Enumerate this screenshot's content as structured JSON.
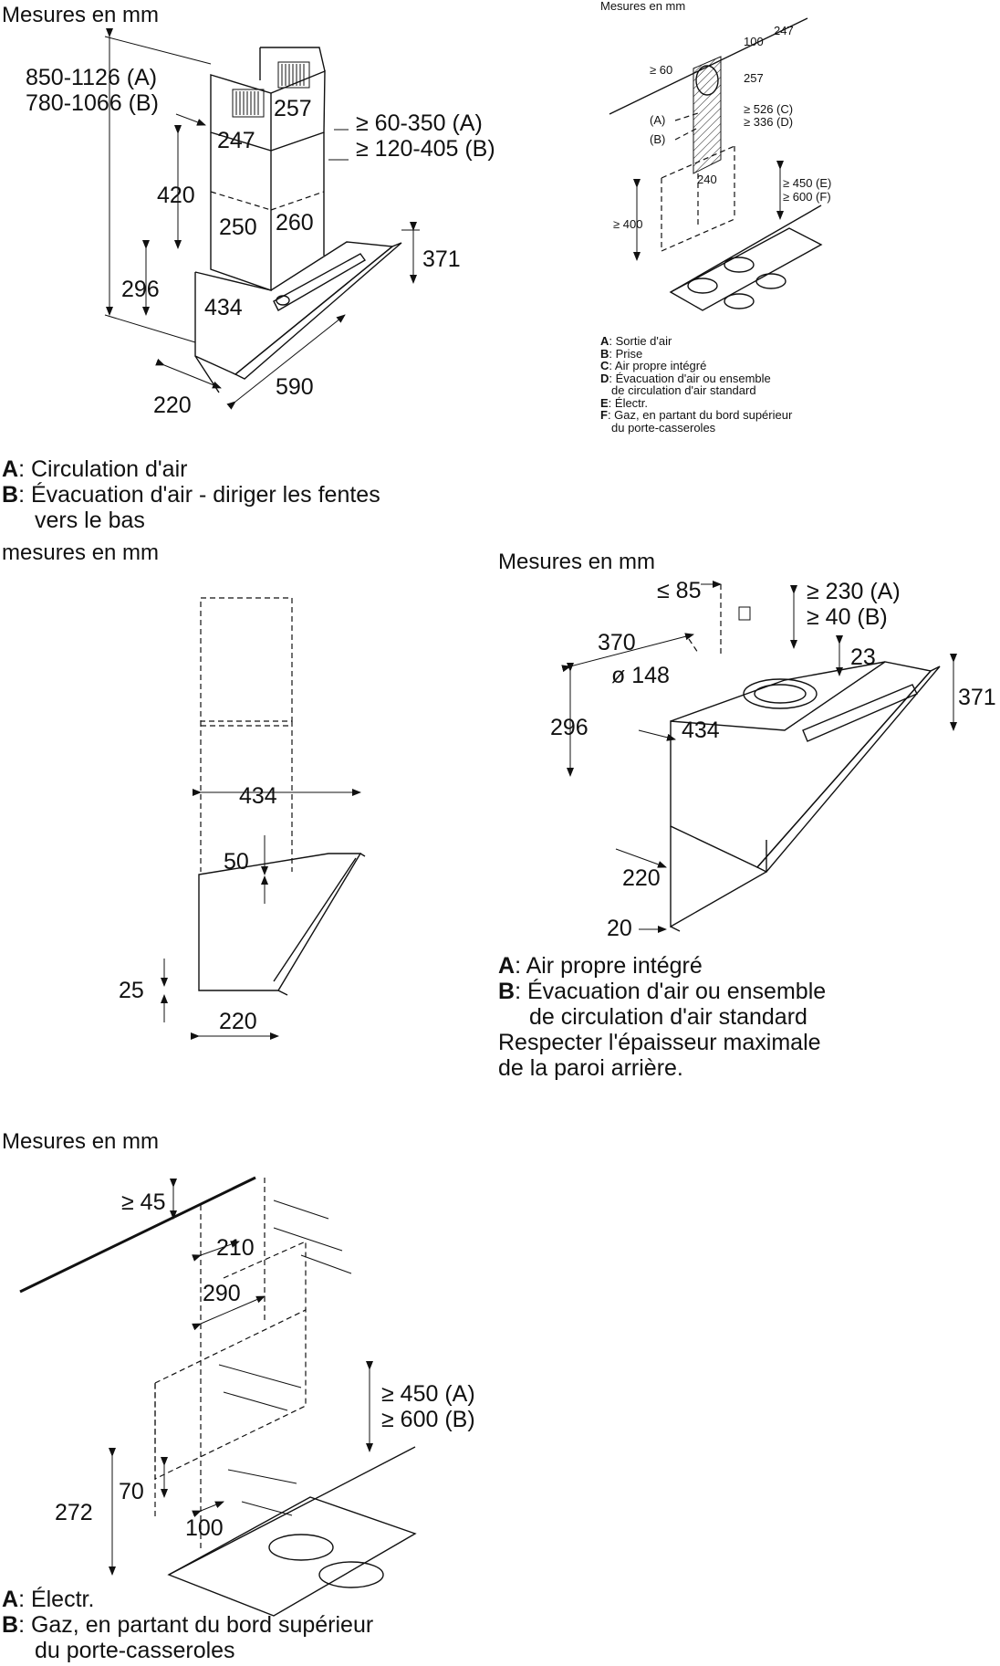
{
  "panel1": {
    "heading": "Mesures en mm",
    "dims": {
      "height_a": "850-1126 (A)",
      "height_b": "780-1066 (B)",
      "chimney_w": "247",
      "chimney_d": "257",
      "gap_a": "≥ 60-350 (A)",
      "gap_b": "≥ 120-405 (B)",
      "d420": "420",
      "d250": "250",
      "d260": "260",
      "d371": "371",
      "d296": "296",
      "d434": "434",
      "d220": "220",
      "d590": "590"
    },
    "legend": {
      "a_key": "A",
      "a_text": ": Circulation d'air",
      "b_key": "B",
      "b_text": ": Évacuation d'air - diriger les fentes",
      "b_text2": "vers le bas"
    }
  },
  "panel2": {
    "heading": "Mesures en mm",
    "dims": {
      "d247": "247",
      "d100": "100",
      "d257": "257",
      "d60": "≥ 60",
      "mA": "(A)",
      "mB": "(B)",
      "c526": "≥ 526 (C)",
      "d336": "≥ 336 (D)",
      "d240": "240",
      "e450": "≥ 450 (E)",
      "f600": "≥ 600 (F)",
      "d400": "≥ 400"
    },
    "legend": [
      {
        "key": "A",
        "text": ": Sortie d'air"
      },
      {
        "key": "B",
        "text": ": Prise"
      },
      {
        "key": "C",
        "text": ": Air propre intégré"
      },
      {
        "key": "D",
        "text": ": Évacuation d'air ou ensemble"
      },
      {
        "key": "",
        "text": "de circulation d'air standard"
      },
      {
        "key": "E",
        "text": ": Électr."
      },
      {
        "key": "F",
        "text": ": Gaz, en partant du bord supérieur"
      },
      {
        "key": "",
        "text": "du porte-casseroles"
      }
    ]
  },
  "panel3": {
    "heading": "mesures en mm",
    "dims": {
      "d434": "434",
      "d50": "50",
      "d25": "25",
      "d220": "220"
    }
  },
  "panel4": {
    "heading": "Mesures en mm",
    "dims": {
      "d85": "≤ 85",
      "a230": "≥ 230 (A)",
      "b40": "≥ 40 (B)",
      "d370": "370",
      "d148": "ø 148",
      "d23": "23",
      "d371": "371",
      "d296": "296",
      "d434": "434",
      "d220": "220",
      "d20": "20"
    },
    "legend": {
      "a_key": "A",
      "a_text": ": Air propre intégré",
      "b_key": "B",
      "b_text": ": Évacuation d'air ou ensemble",
      "b_text2": "de circulation d'air standard",
      "note1": "Respecter l'épaisseur maximale",
      "note2": "de la paroi arrière."
    }
  },
  "panel5": {
    "heading": "Mesures en mm",
    "dims": {
      "d45": "≥ 45",
      "d210": "210",
      "d290": "290",
      "a450": "≥ 450 (A)",
      "b600": "≥ 600 (B)",
      "d70": "70",
      "d272": "272",
      "d100": "100"
    },
    "legend": {
      "a_key": "A",
      "a_text": ": Électr.",
      "b_key": "B",
      "b_text": ": Gaz, en partant du bord supérieur",
      "b_text2": "du porte-casseroles"
    }
  }
}
